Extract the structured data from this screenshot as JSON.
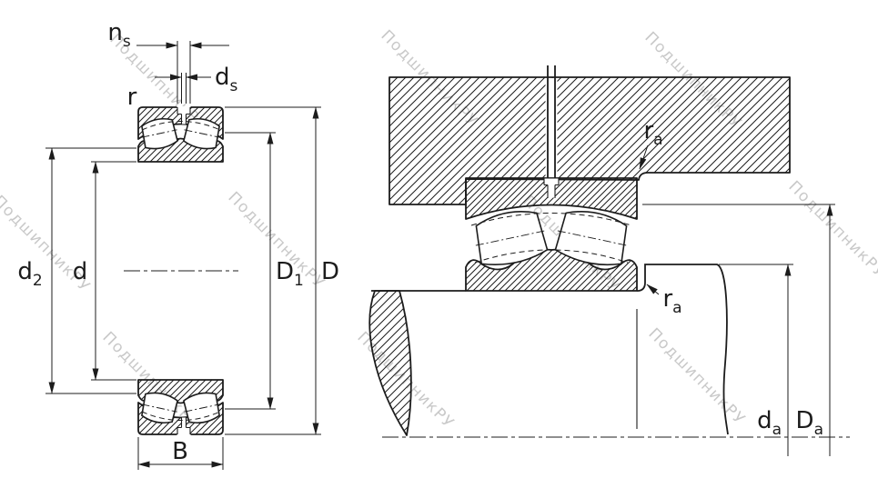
{
  "watermark": {
    "text": "ПодшипникРУ"
  },
  "colors": {
    "line": "#1c1c1c",
    "watermark": "#c9c9c9",
    "background": "#ffffff"
  },
  "left_view": {
    "labels": {
      "ns": {
        "main": "n",
        "sub": "s"
      },
      "ds": {
        "main": "d",
        "sub": "s"
      },
      "r": {
        "main": "r"
      },
      "d2": {
        "main": "d",
        "sub": "2"
      },
      "d": {
        "main": "d"
      },
      "D1": {
        "main": "D",
        "sub": "1"
      },
      "D": {
        "main": "D"
      },
      "B": {
        "main": "B"
      }
    }
  },
  "right_view": {
    "labels": {
      "ra_housing": {
        "main": "r",
        "sub": "a"
      },
      "ra_shaft": {
        "main": "r",
        "sub": "a"
      },
      "da": {
        "main": "d",
        "sub": "a"
      },
      "Da": {
        "main": "D",
        "sub": "a"
      }
    }
  }
}
